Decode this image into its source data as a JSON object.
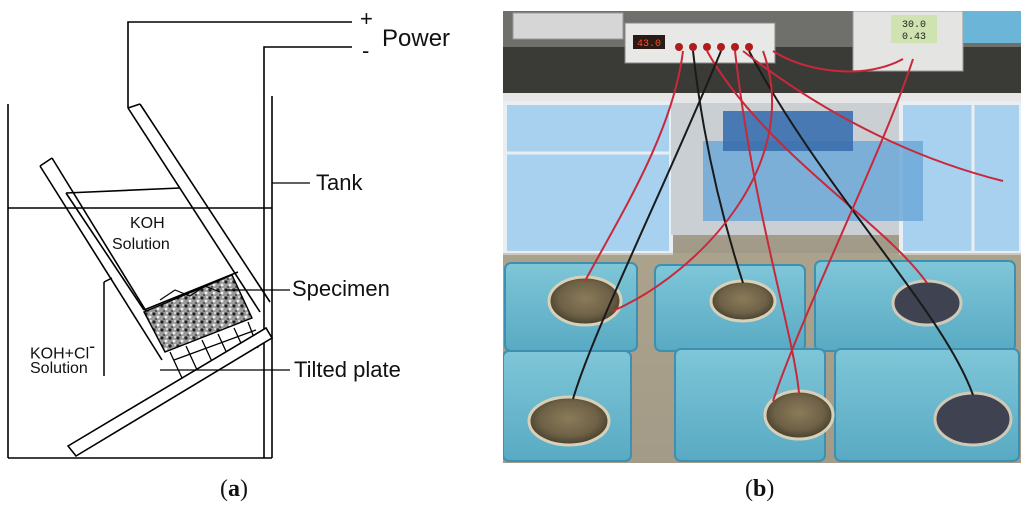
{
  "diagram": {
    "power_plus": "+",
    "power_minus": "-",
    "power": "Power",
    "tank": "Tank",
    "koh_solution_line1": "KOH",
    "koh_solution_line2": "Solution",
    "koh_cl_line1": "KOH+Cl",
    "koh_cl_superscript": "-",
    "koh_cl_line2": "Solution",
    "specimen": "Specimen",
    "tilted_plate": "Tilted plate"
  },
  "captions": {
    "a": "a",
    "b": "b"
  },
  "photo": {
    "meter_readout": "43.0",
    "supply_readout_top": "30.0",
    "supply_readout_bottom": "0.43"
  }
}
